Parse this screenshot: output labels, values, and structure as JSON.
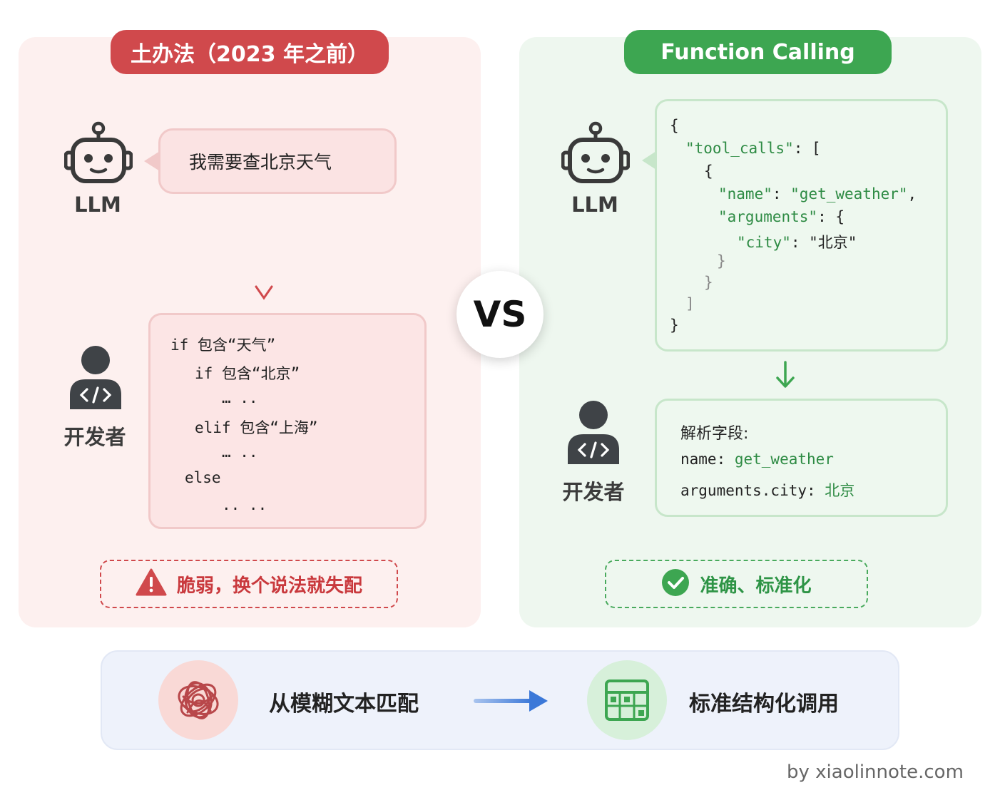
{
  "left": {
    "title": "土办法（2023 年之前）",
    "llm_label": "LLM",
    "dev_label": "开发者",
    "bubble_text": "我需要查北京天气",
    "code_lines": [
      "if 包含“天气”",
      "if 包含“北京”",
      "… ..",
      "elif 包含“上海”",
      "… ..",
      "else",
      ".. .."
    ],
    "warning": "脆弱，换个说法就失配"
  },
  "vs": "VS",
  "right": {
    "title": "Function Calling",
    "llm_label": "LLM",
    "dev_label": "开发者",
    "json_lines": {
      "l1": "{",
      "l2_key": "\"tool_calls\"",
      "l2_rest": ": [",
      "l3": "{",
      "l4_key": "\"name\"",
      "l4_sep": ": ",
      "l4_val": "\"get_weather\"",
      "l4_end": ",",
      "l5_key": "\"arguments\"",
      "l5_rest": ": {",
      "l6_key": "\"city\"",
      "l6_rest": ": \"北京\"",
      "l7": "}",
      "l8": "}",
      "l9": "]",
      "l10": "}"
    },
    "parse_title": "解析字段:",
    "parse_name_label": "name: ",
    "parse_name_value": "get_weather",
    "parse_city_label": "arguments.city: ",
    "parse_city_value": "北京",
    "ok": "准确、标准化"
  },
  "bottom": {
    "from_text": "从模糊文本匹配",
    "to_text": "标准结构化调用"
  },
  "footer": "by xiaolinnote.com",
  "colors": {
    "red": "#d0494c",
    "green": "#3da651",
    "blue_arrow": "#3b78d8"
  }
}
